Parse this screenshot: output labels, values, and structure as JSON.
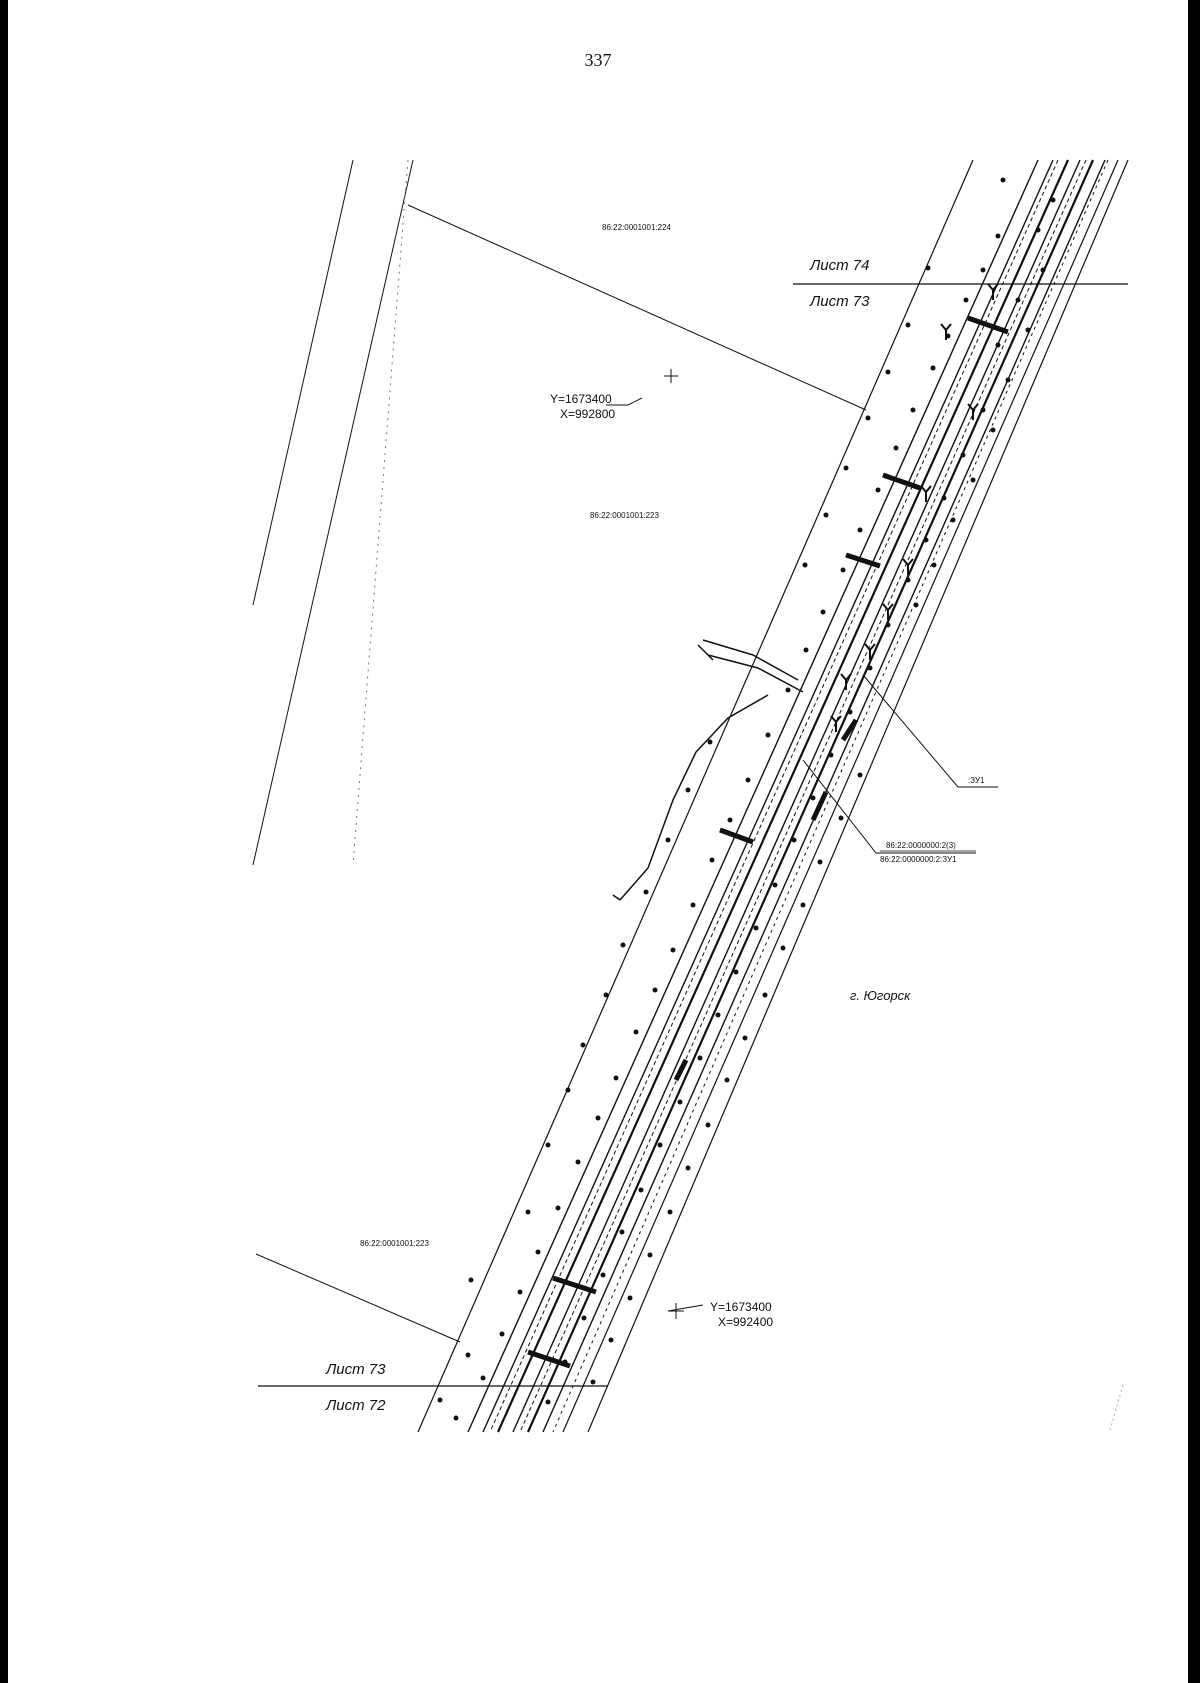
{
  "page_number": "337",
  "sheet_labels": {
    "top_upper": "Лист 74",
    "top_lower": "Лист 73",
    "bottom_upper": "Лист 73",
    "bottom_lower": "Лист 72"
  },
  "parcels": {
    "north": "86:22:0001001:224",
    "middle": "86:22:0001001:223",
    "south": "86:22:0001001:223",
    "callout_zu": ":ЗУ1",
    "callout_line1": "86:22:0000000:2(3)",
    "callout_line2": "86:22:0000000:2:ЗУ1"
  },
  "coords": {
    "upper_y": "Y=1673400",
    "upper_x": "X=992800",
    "lower_y": "Y=1673400",
    "lower_x": "X=992400"
  },
  "city_label": "г. Югорск"
}
